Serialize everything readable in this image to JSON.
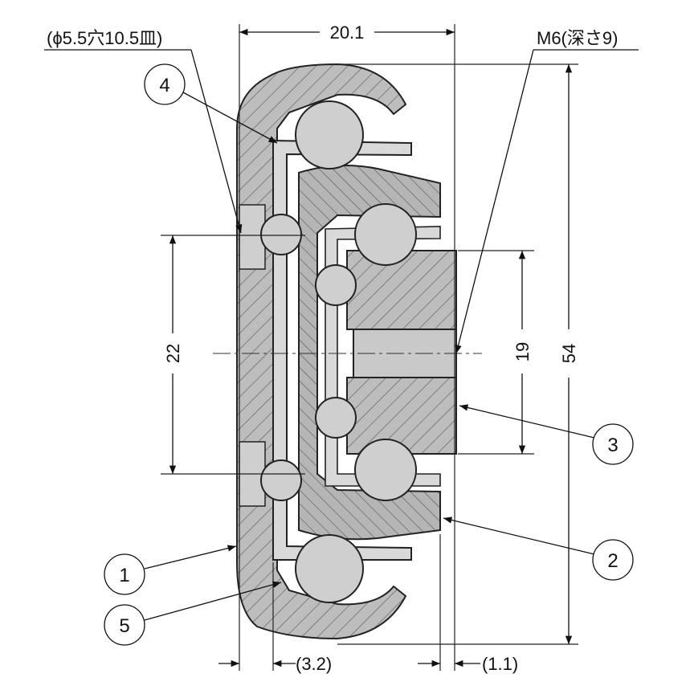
{
  "labels": {
    "hole_spec": "(ϕ5.5穴10.5皿)",
    "thread_spec": "M6(深さ9)"
  },
  "dimensions": {
    "width": "20.1",
    "height": "54",
    "pitch_left": "22",
    "pitch_right": "19",
    "offset_left": "(3.2)",
    "offset_right": "(1.1)"
  },
  "callouts": [
    "1",
    "2",
    "3",
    "4",
    "5"
  ],
  "colors": {
    "section_fill": "#b9b9b9",
    "ball_fill": "#cfcfcf",
    "line": "#222222"
  }
}
